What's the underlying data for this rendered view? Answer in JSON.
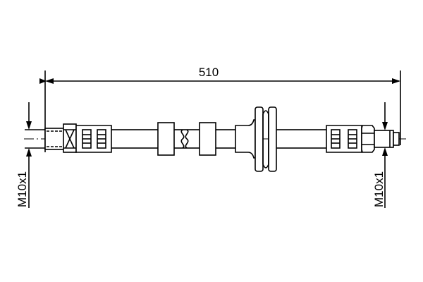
{
  "diagram": {
    "length_dimension": "510",
    "left_thread_label": "M10x1",
    "right_thread_label": "M10x1",
    "line_color": "#000000",
    "background": "#ffffff"
  }
}
